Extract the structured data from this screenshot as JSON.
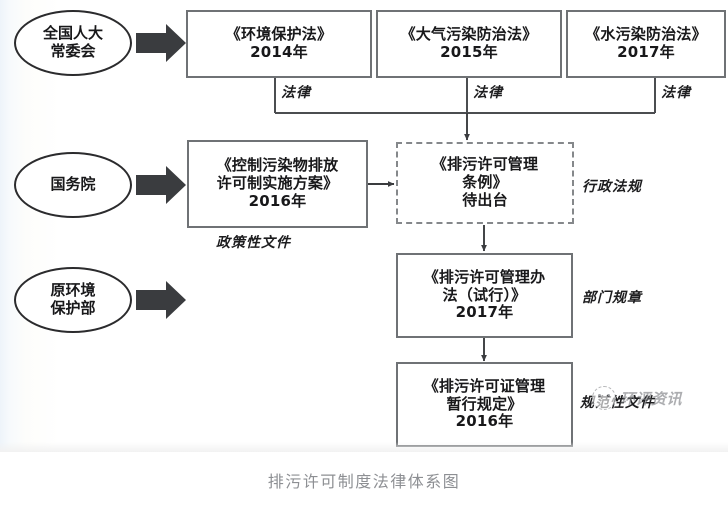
{
  "diagram": {
    "caption": "排污许可制度法律体系图",
    "actors": [
      {
        "id": "npc",
        "lines": [
          "全国人大",
          "常委会"
        ]
      },
      {
        "id": "statecouncil",
        "lines": [
          "国务院"
        ]
      },
      {
        "id": "mep",
        "lines": [
          "原环境",
          "保护部"
        ]
      }
    ],
    "laws": [
      {
        "id": "law-epl",
        "title": "《环境保护法》",
        "year": "2014年",
        "tag": "法律"
      },
      {
        "id": "law-air",
        "title": "《大气污染防治法》",
        "year": "2015年",
        "tag": "法律"
      },
      {
        "id": "law-water",
        "title": "《水污染防治法》",
        "year": "2017年",
        "tag": "法律"
      }
    ],
    "policy": {
      "id": "policy-scheme",
      "lines": [
        "《控制污染物排放",
        "许可制实施方案》"
      ],
      "year": "2016年",
      "tag": "政策性文件"
    },
    "regulation": {
      "id": "reg-ordinance",
      "lines": [
        "《排污许可管理",
        "条例》"
      ],
      "status": "待出台",
      "tag": "行政法规",
      "style": "dashed"
    },
    "rule": {
      "id": "rule-measures",
      "lines": [
        "《排污许可管理办",
        "法（试行）》"
      ],
      "year": "2017年",
      "tag": "部门规章"
    },
    "normative": {
      "id": "doc-interim",
      "lines": [
        "《排污许可证管理",
        "暂行规定》"
      ],
      "year": "2016年",
      "tag": "规范性文件"
    },
    "watermark": {
      "text": "环评资讯",
      "logo": "circle-face-logo"
    },
    "colors": {
      "box_border": "#6f7275",
      "ellipse_border": "#2b2b2d",
      "arrow_fill": "#3a3c3f",
      "wire": "#4b4d50",
      "text": "#18181a",
      "caption": "#8d8f93"
    }
  }
}
